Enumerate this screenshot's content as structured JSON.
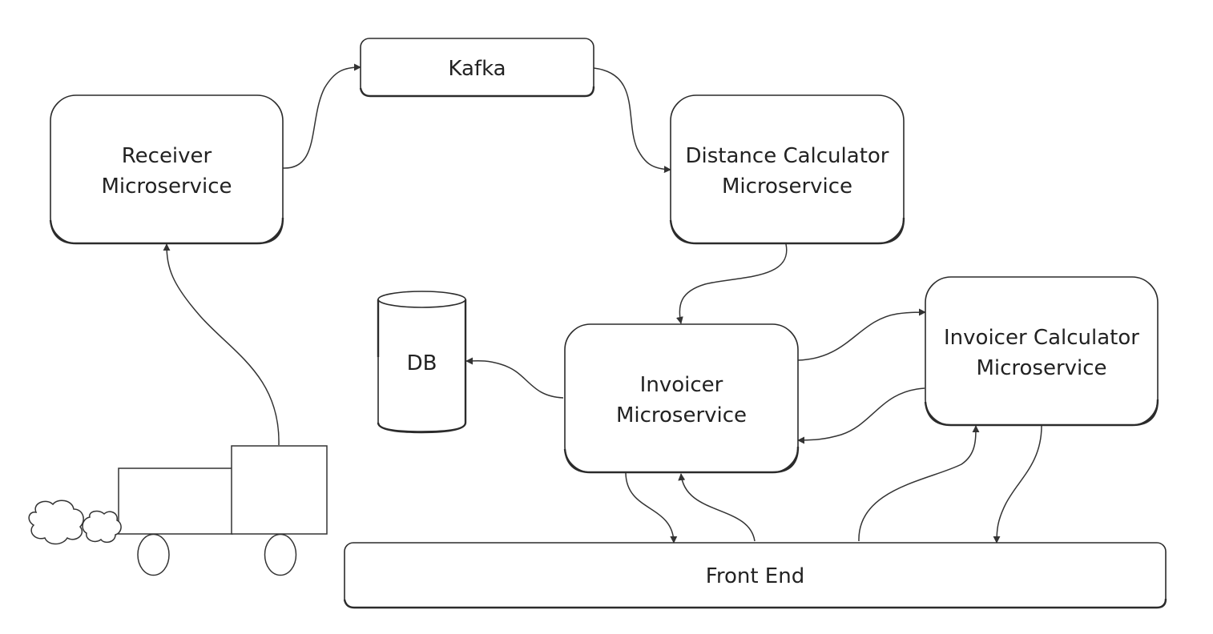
{
  "nodes": {
    "kafka": {
      "label": "Kafka"
    },
    "receiver": {
      "line1": "Receiver",
      "line2": "Microservice"
    },
    "distance": {
      "line1": "Distance Calculator",
      "line2": "Microservice"
    },
    "db": {
      "label": "DB"
    },
    "invoicer": {
      "line1": "Invoicer",
      "line2": "Microservice"
    },
    "invoicer_calc": {
      "line1": "Invoicer Calculator",
      "line2": "Microservice"
    },
    "frontend": {
      "label": "Front End"
    }
  },
  "icons": {
    "truck": "truck-icon",
    "smoke": "smoke-cloud-icon",
    "database": "database-cylinder-icon"
  },
  "colors": {
    "stroke": "#2b2b2b",
    "background": "#ffffff",
    "text": "#222222"
  }
}
